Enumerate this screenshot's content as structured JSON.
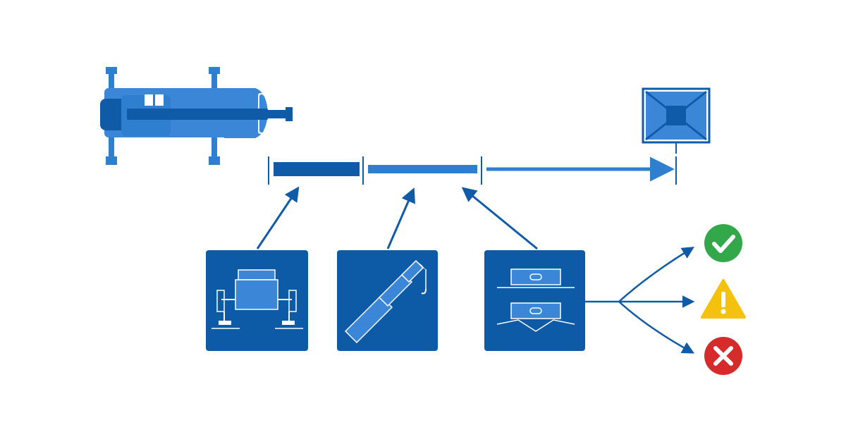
{
  "colors": {
    "background": "#ffffff",
    "dark_blue": "#0f5ba8",
    "mid_blue": "#2f7fd1",
    "light_blue": "#4a90d9",
    "panel_blue": "#0d5aa6",
    "icon_fill": "#3b86d6",
    "success_green": "#33a84a",
    "warning_yellow": "#f4c20d",
    "error_red": "#d62b2b",
    "white": "#ffffff"
  },
  "icons": {
    "crane_truck": "crane-truck-icon",
    "load": "load-box-icon",
    "outrigger": "outrigger-icon",
    "boom": "telescopic-boom-icon",
    "level": "level-icon",
    "success": "check-icon",
    "warning": "warning-icon",
    "failure": "cross-icon"
  },
  "segments": [
    {
      "name": "outrigger-segment",
      "weight": "heavy"
    },
    {
      "name": "boom-segment",
      "weight": "medium"
    },
    {
      "name": "radius-segment",
      "weight": "arrow"
    }
  ],
  "outcomes": [
    "success",
    "warning",
    "failure"
  ]
}
